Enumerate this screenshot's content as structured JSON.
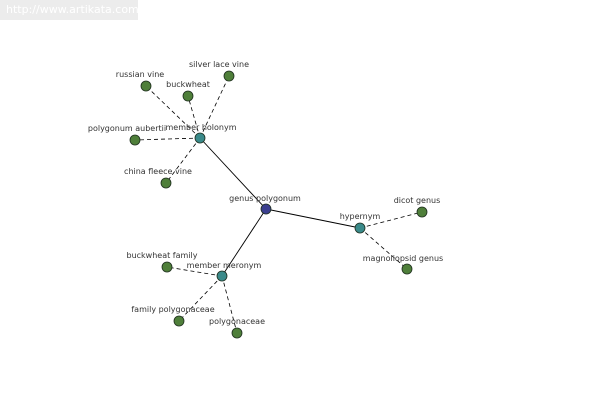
{
  "site_url": "http://www.artikata.com",
  "colors": {
    "center_node": "#3b3f8f",
    "relation_node": "#3a8a8a",
    "leaf_node": "#4f7f3a",
    "edge": "#000000",
    "label": "#333333"
  },
  "graph": {
    "center": "genus polygonum",
    "relations": [
      {
        "label": "member holonym",
        "members": [
          "russian vine",
          "buckwheat",
          "silver lace vine",
          "polygonum aubertii",
          "china fleece vine"
        ]
      },
      {
        "label": "hypernym",
        "members": [
          "dicot genus",
          "magnoliopsid genus"
        ]
      },
      {
        "label": "member meronym",
        "members": [
          "buckwheat family",
          "family polygonaceae",
          "polygonaceae"
        ]
      }
    ]
  }
}
